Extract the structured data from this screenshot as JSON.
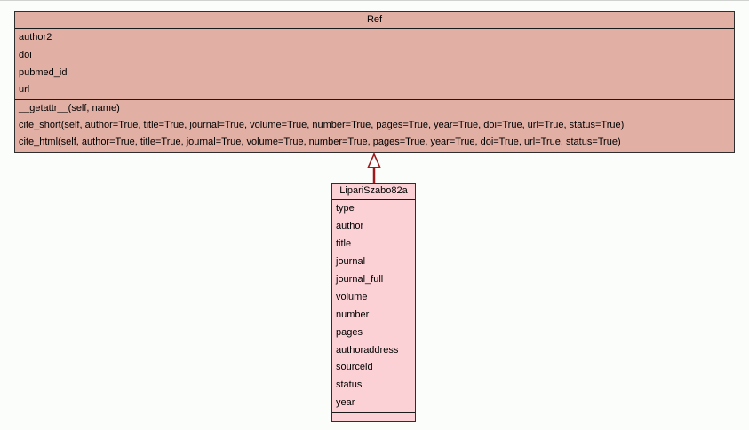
{
  "diagram": {
    "kind": "uml-class-diagram",
    "background_color": "#fbfdfa",
    "box_border_color": "#2e2e2e",
    "edge_color": "#9e1a1a"
  },
  "classes": [
    {
      "name": "Ref",
      "fill": "#e1afa4",
      "attributes": [
        "author2",
        "doi",
        "pubmed_id",
        "url"
      ],
      "methods": [
        "__getattr__(self, name)",
        "cite_short(self, author=True, title=True, journal=True, volume=True, number=True, pages=True, year=True, doi=True, url=True, status=True)",
        "cite_html(self, author=True, title=True, journal=True, volume=True, number=True, pages=True, year=True, doi=True, url=True, status=True)"
      ]
    },
    {
      "name": "LipariSzabo82a",
      "fill": "#fbd1d5",
      "attributes": [
        "type",
        "author",
        "title",
        "journal",
        "journal_full",
        "volume",
        "number",
        "pages",
        "authoraddress",
        "sourceid",
        "status",
        "year"
      ],
      "methods": []
    }
  ],
  "relationships": [
    {
      "type": "inheritance",
      "from": "LipariSzabo82a",
      "to": "Ref"
    }
  ]
}
